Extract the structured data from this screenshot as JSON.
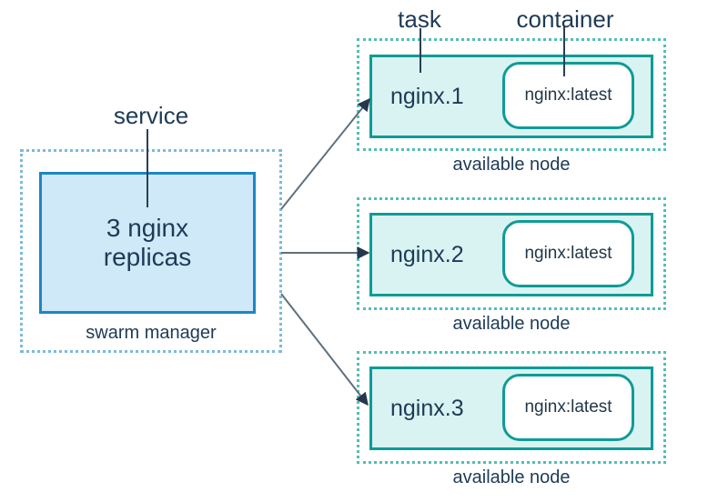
{
  "labels": {
    "service": "service",
    "task": "task",
    "container": "container"
  },
  "manager": {
    "box_lines": [
      "3 nginx",
      "replicas"
    ],
    "caption": "swarm manager"
  },
  "nodes": [
    {
      "task": "nginx.1",
      "container_image": "nginx:latest",
      "caption": "available node"
    },
    {
      "task": "nginx.2",
      "container_image": "nginx:latest",
      "caption": "available node"
    },
    {
      "task": "nginx.3",
      "container_image": "nginx:latest",
      "caption": "available node"
    }
  ],
  "colors": {
    "text": "#1e3a56",
    "manager_box_border": "#1d86c8",
    "manager_box_fill": "#cfe9f9",
    "manager_dotted_border": "#7db9de",
    "node_dotted_border": "#52bfb7",
    "node_box_border": "#0e9c96",
    "node_box_fill": "#d8f3f1",
    "container_box_fill": "#ffffff",
    "pointer_line": "#2a3f55",
    "arrow_line": "#5f6f7e",
    "arrow_head": "#24384d"
  }
}
